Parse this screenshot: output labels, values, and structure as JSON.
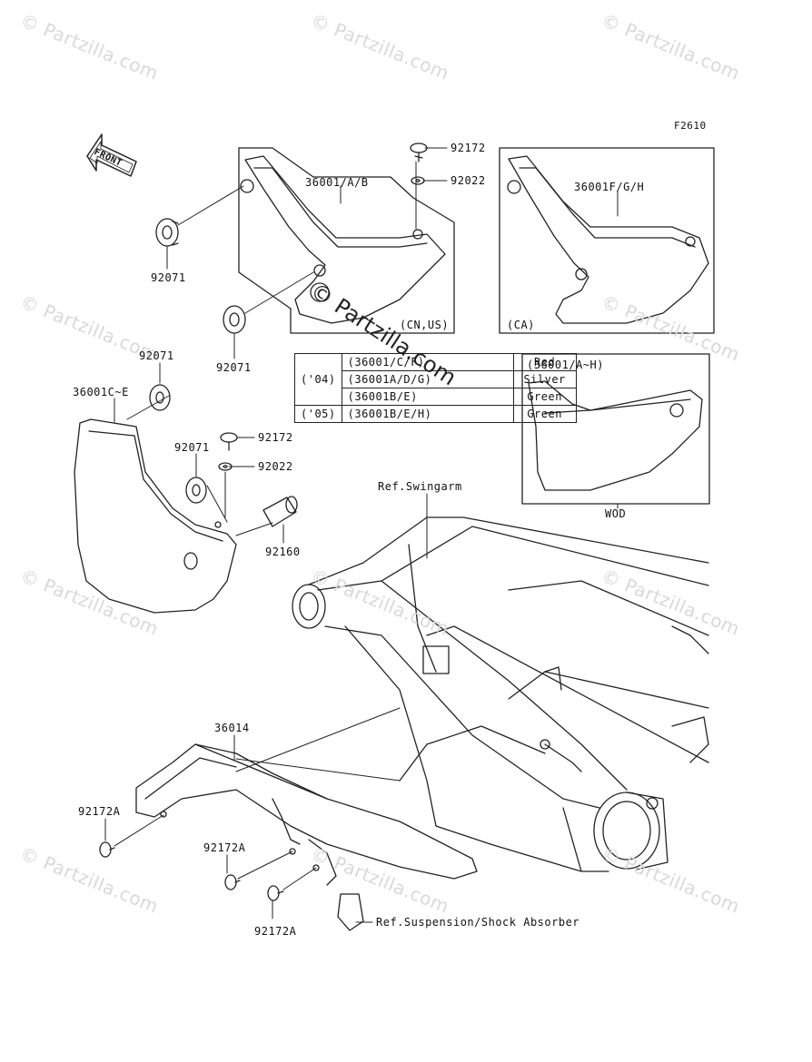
{
  "watermark": "© Partzilla.com",
  "watermark_center": "© Partzilla.com",
  "figure_code": "F2610",
  "front_label": "FRONT",
  "labels": {
    "p92172_top": "92172",
    "p92022_top": "92022",
    "p36001ab": "36001/A/B",
    "p36001fgh": "36001F/G/H",
    "p92071_a": "92071",
    "p92071_b": "92071",
    "cn_us": "(CN,US)",
    "ca": "(CA)",
    "p92071_c": "92071",
    "p36001ce": "36001C~E",
    "p92071_d": "92071",
    "p92172_mid": "92172",
    "p92022_mid": "92022",
    "p92160": "92160",
    "ref_swingarm": "Ref.Swingarm",
    "p36001ah": "(36001/A~H)",
    "wod": "WOD",
    "p36014": "36014",
    "p92172a_1": "92172A",
    "p92172a_2": "92172A",
    "p92172a_3": "92172A",
    "ref_susp": "Ref.Suspension/Shock Absorber"
  },
  "color_table": [
    {
      "year": "('04)",
      "part": "(36001/C/F)",
      "color": "Red"
    },
    {
      "year": "",
      "part": "(36001A/D/G)",
      "color": "Silver"
    },
    {
      "year": "",
      "part": "(36001B/E)",
      "color": "Green"
    },
    {
      "year": "('05)",
      "part": "(36001B/E/H)",
      "color": "Green"
    }
  ]
}
